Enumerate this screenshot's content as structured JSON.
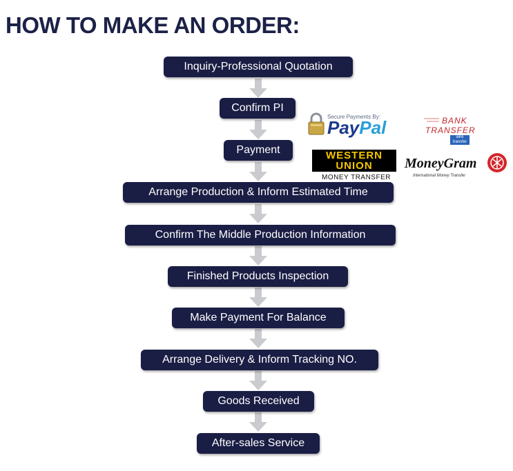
{
  "title": "HOW TO MAKE AN ORDER:",
  "steps": [
    "Inquiry-Professional Quotation",
    "Confirm PI",
    "Payment",
    "Arrange Production & Inform Estimated Time",
    "Confirm The Middle Production Information",
    "Finished Products Inspection",
    "Make Payment For Balance",
    "Arrange Delivery & Inform Tracking NO.",
    "Goods Received",
    "After-sales Service"
  ],
  "payment_logos": {
    "paypal": {
      "tagline": "Secure Payments By:",
      "pay": "Pay",
      "pal": "Pal"
    },
    "bank_transfer": {
      "line1": "BANK",
      "line2": "TRANSFER",
      "badge": "wire transfer"
    },
    "western_union": {
      "line1": "WESTERN",
      "line2": "UNION",
      "line3": "MONEY TRANSFER"
    },
    "moneygram": {
      "name": "MoneyGram",
      "sub": "International Money Transfer"
    }
  },
  "colors": {
    "step_bg": "#1a1d44",
    "step_text": "#ffffff",
    "title": "#1c2147",
    "arrow": "#c9cbcf"
  }
}
